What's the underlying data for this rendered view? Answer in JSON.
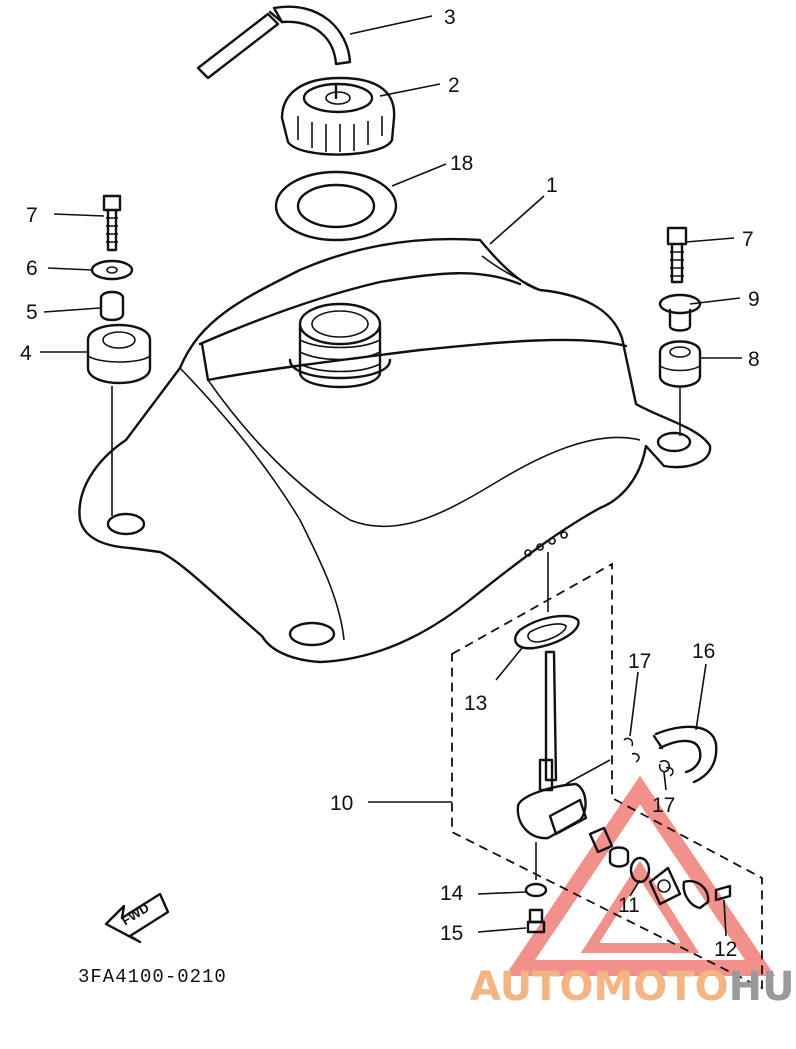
{
  "diagram": {
    "callouts": {
      "c1": "1",
      "c2": "2",
      "c3": "3",
      "c4": "4",
      "c5": "5",
      "c6": "6",
      "c7_left": "7",
      "c7_right": "7",
      "c8": "8",
      "c9": "9",
      "c10": "10",
      "c11": "11",
      "c12": "12",
      "c13": "13",
      "c14": "14",
      "c15": "15",
      "c16": "16",
      "c17_top": "17",
      "c17_bottom": "17",
      "c18": "18"
    },
    "direction_label": "FWD",
    "drawing_code": "3FA4100-0210"
  },
  "watermark": {
    "part_a": "AUTOMOTO",
    "part_b": "HUB",
    "color_a": "#f2b583",
    "color_b": "#9a9a9a"
  }
}
